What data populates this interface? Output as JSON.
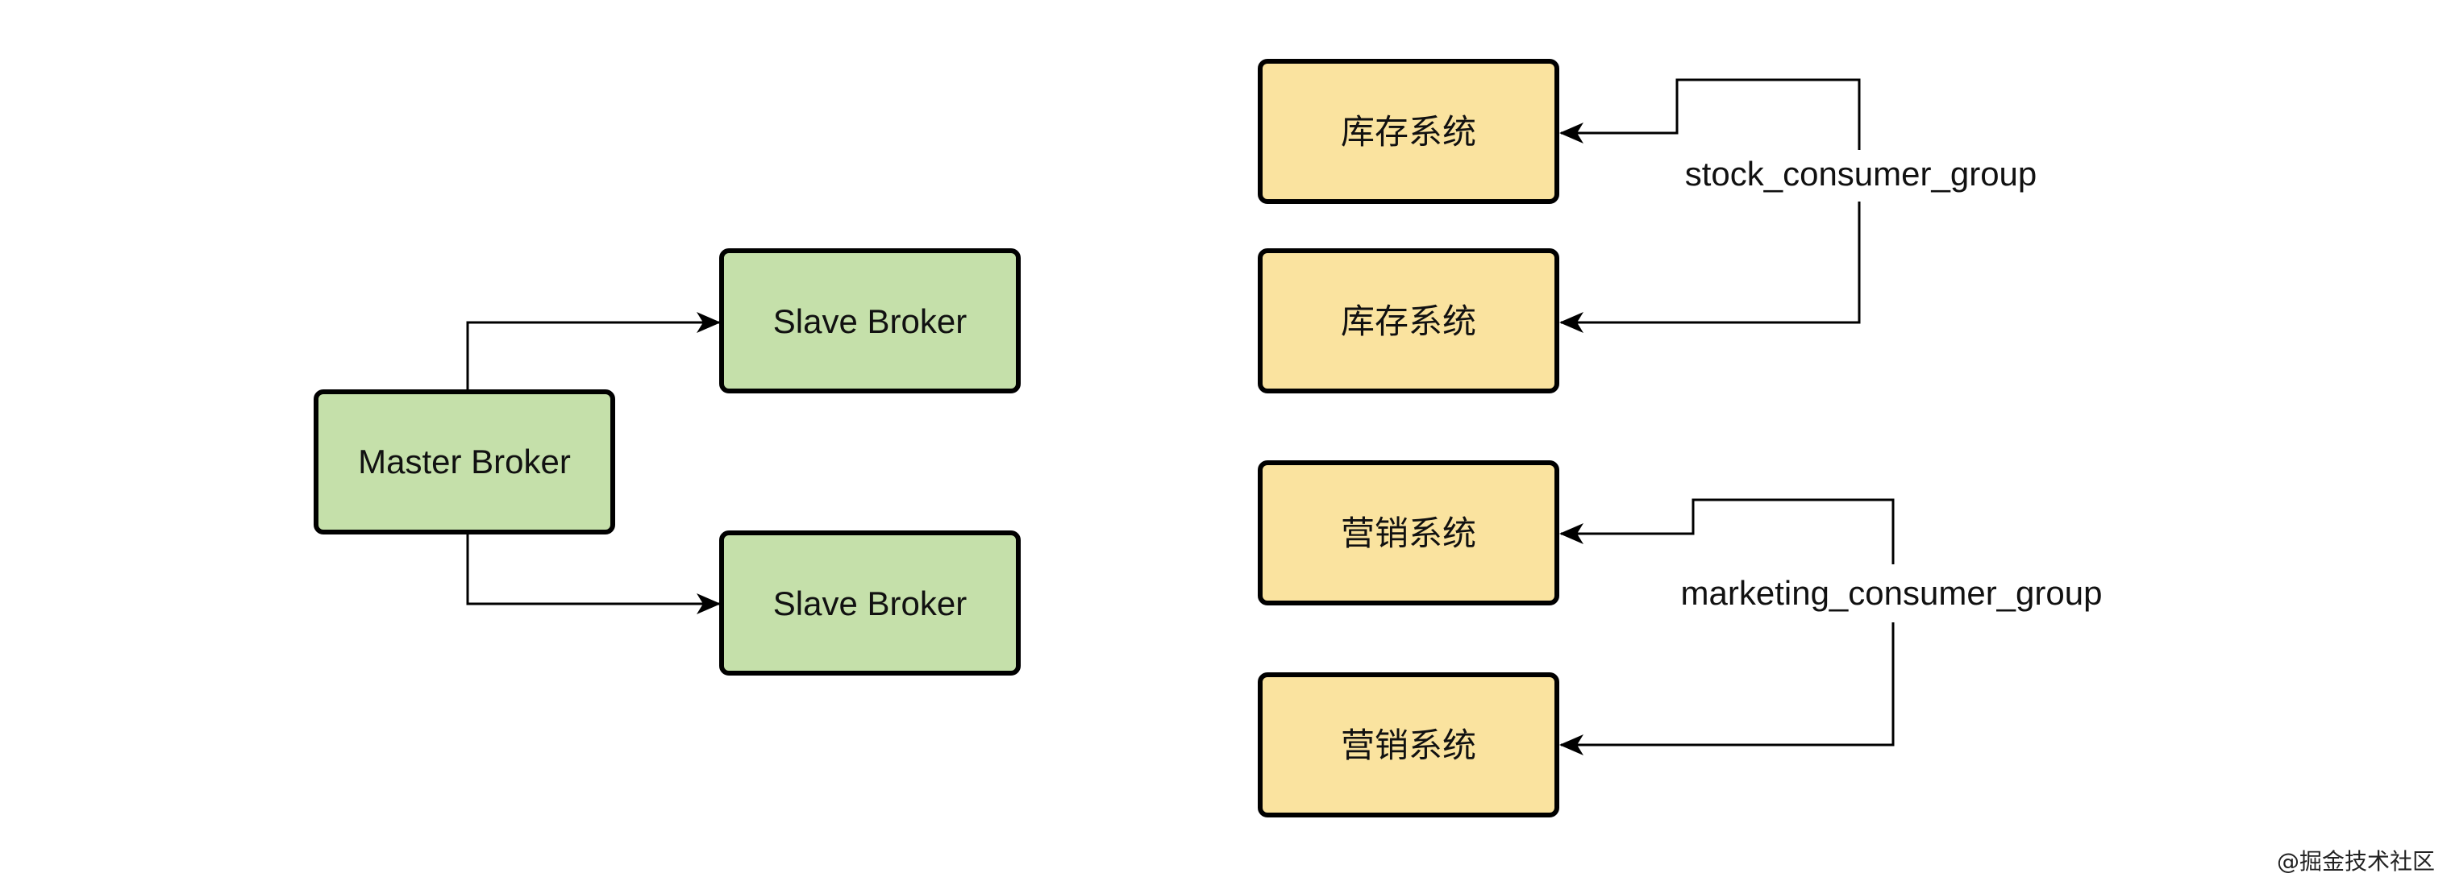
{
  "colors": {
    "broker_fill": "#c5e0aa",
    "consumer_fill": "#fae39f",
    "stroke": "#000000"
  },
  "brokers": {
    "master": {
      "label": "Master Broker"
    },
    "slaves": [
      {
        "label": "Slave Broker"
      },
      {
        "label": "Slave Broker"
      }
    ]
  },
  "consumer_groups": [
    {
      "name": "stock_consumer_group",
      "consumers": [
        {
          "label": "库存系统"
        },
        {
          "label": "库存系统"
        }
      ]
    },
    {
      "name": "marketing_consumer_group",
      "consumers": [
        {
          "label": "营销系统"
        },
        {
          "label": "营销系统"
        }
      ]
    }
  ],
  "watermark": "@掘金技术社区"
}
